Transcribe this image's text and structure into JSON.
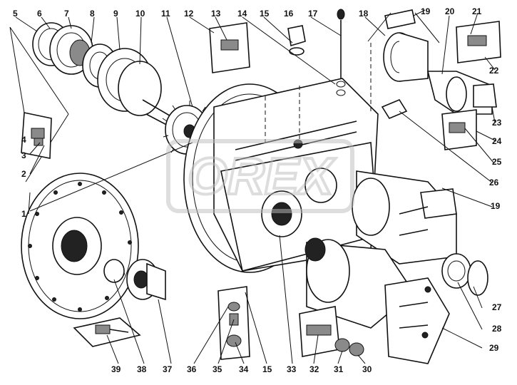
{
  "diagram": {
    "callouts": [
      {
        "id": "1",
        "text": "1"
      },
      {
        "id": "2",
        "text": "2"
      },
      {
        "id": "3",
        "text": "3"
      },
      {
        "id": "4",
        "text": "4"
      },
      {
        "id": "5",
        "text": "5"
      },
      {
        "id": "6",
        "text": "6"
      },
      {
        "id": "7",
        "text": "7"
      },
      {
        "id": "8",
        "text": "8"
      },
      {
        "id": "9",
        "text": "9"
      },
      {
        "id": "10",
        "text": "10"
      },
      {
        "id": "11",
        "text": "11"
      },
      {
        "id": "12",
        "text": "12"
      },
      {
        "id": "13",
        "text": "13"
      },
      {
        "id": "14",
        "text": "14"
      },
      {
        "id": "15a",
        "text": "15"
      },
      {
        "id": "16",
        "text": "16"
      },
      {
        "id": "17",
        "text": "17"
      },
      {
        "id": "18",
        "text": "18"
      },
      {
        "id": "19a",
        "text": "19"
      },
      {
        "id": "20",
        "text": "20"
      },
      {
        "id": "21",
        "text": "21"
      },
      {
        "id": "22",
        "text": "22"
      },
      {
        "id": "23",
        "text": "23"
      },
      {
        "id": "24",
        "text": "24"
      },
      {
        "id": "25",
        "text": "25"
      },
      {
        "id": "26",
        "text": "26"
      },
      {
        "id": "19b",
        "text": "19"
      },
      {
        "id": "27",
        "text": "27"
      },
      {
        "id": "28",
        "text": "28"
      },
      {
        "id": "29",
        "text": "29"
      },
      {
        "id": "30",
        "text": "30"
      },
      {
        "id": "31",
        "text": "31"
      },
      {
        "id": "32",
        "text": "32"
      },
      {
        "id": "33",
        "text": "33"
      },
      {
        "id": "15b",
        "text": "15"
      },
      {
        "id": "34",
        "text": "34"
      },
      {
        "id": "35",
        "text": "35"
      },
      {
        "id": "36",
        "text": "36"
      },
      {
        "id": "37",
        "text": "37"
      },
      {
        "id": "38",
        "text": "38"
      },
      {
        "id": "39",
        "text": "39"
      }
    ],
    "watermark": "OREX",
    "colors": {
      "ink": "#111111",
      "background": "#ffffff",
      "watermark": "#bdbdbd"
    }
  }
}
